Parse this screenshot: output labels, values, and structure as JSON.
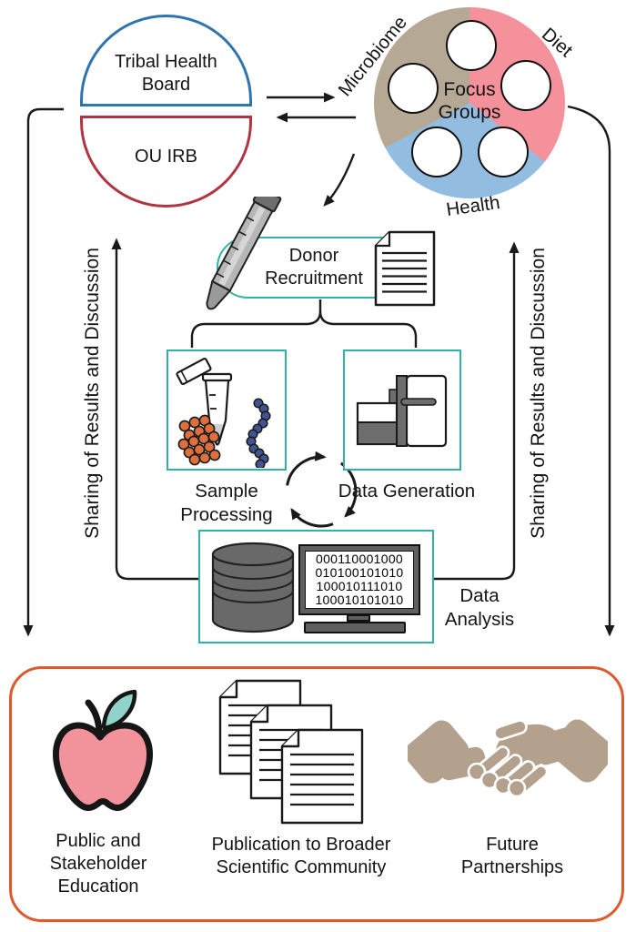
{
  "palette": {
    "teal_border": "#2fb3a6",
    "orange_border": "#dd5a2e",
    "blue_outline": "#2e75ad",
    "red_outline": "#b03542",
    "pie_tan": "#b5a894",
    "pie_pink": "#f5919b",
    "pie_blue": "#92bde0",
    "apple_pink": "#f2929b",
    "leaf_teal": "#8fd3ca",
    "handshake_tan": "#b3a18e",
    "line_black": "#1a1a1a"
  },
  "governance": {
    "board_label": "Tribal Health Board",
    "irb_label": "OU IRB"
  },
  "focus_groups": {
    "center_label": "Focus Groups",
    "microbiome_label": "Microbiome",
    "diet_label": "Diet",
    "health_label": "Health"
  },
  "pipeline": {
    "donor_label": "Donor Recruitment",
    "sample_label": "Sample Processing",
    "generation_label": "Data Generation",
    "analysis_label": "Data Analysis",
    "monitor_lines": [
      "000110001000",
      "010100101010",
      "100010111010",
      "100010101010"
    ]
  },
  "sharing": {
    "label": "Sharing of Results and Discussion"
  },
  "outcomes": {
    "education_label": "Public and Stakeholder Education",
    "publication_label": "Publication to Broader Scientific Community",
    "partnerships_label": "Future Partnerships"
  }
}
